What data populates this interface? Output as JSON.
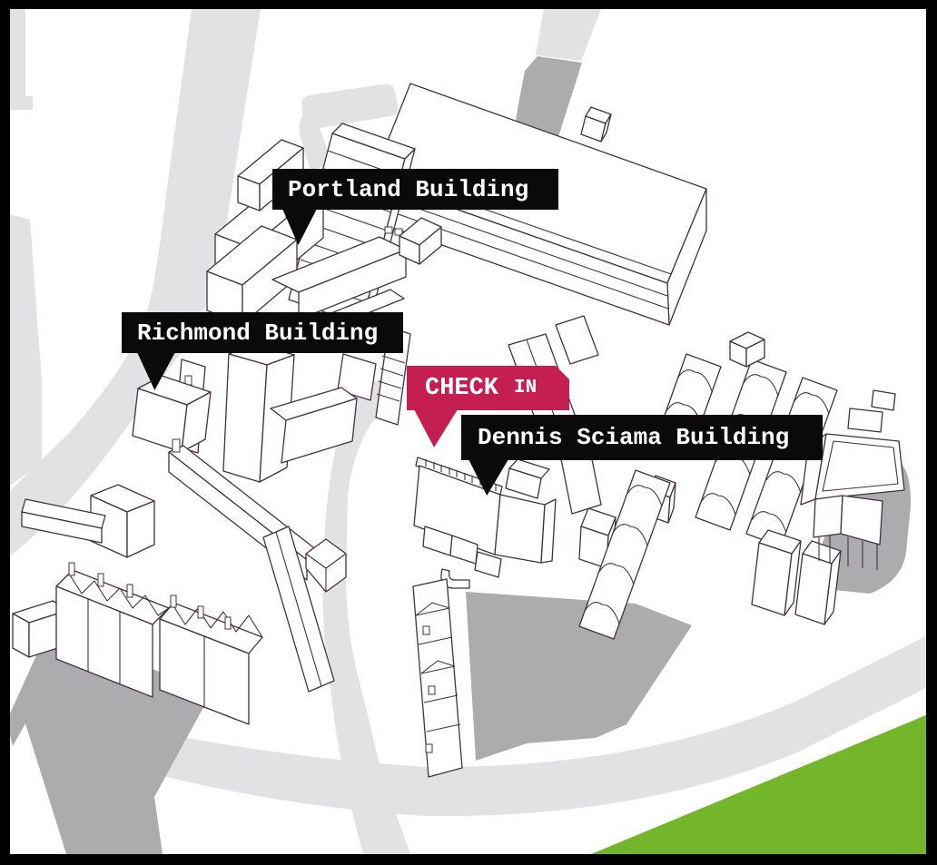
{
  "labels": {
    "portland": "Portland Building",
    "richmond": "Richmond Building",
    "dennis": "Dennis Sciama Building",
    "checkin_primary": "CHECK",
    "checkin_secondary": "IN"
  },
  "theme": {
    "accent_pink": "#c51f51",
    "label_black": "#0a0a0a",
    "label_text": "#ffffff",
    "road_gray": "#e2e1e3",
    "shadow_gray": "#acabad",
    "grass_green": "#74b62b",
    "outline_plum": "#443040",
    "frame_black": "#000000",
    "map_white": "#ffffff"
  }
}
